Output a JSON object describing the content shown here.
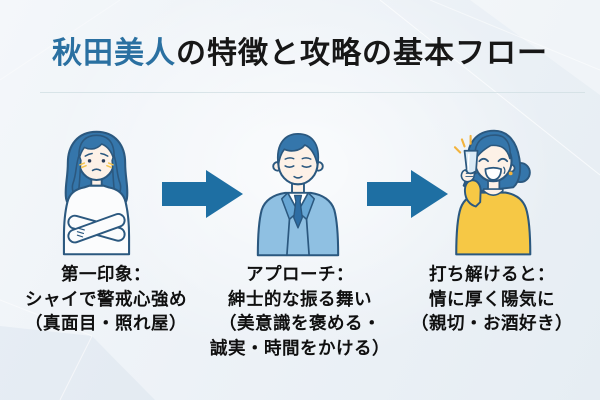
{
  "title": {
    "highlight": "秋田美人",
    "rest": "の特徴と攻略の基本フロー"
  },
  "flow": {
    "arrow_icon": "right-arrow",
    "steps": [
      {
        "figure": "shy-woman",
        "caption_lines": [
          "第一印象：",
          "シャイで警戒心強め",
          "（真面目・照れ屋）"
        ]
      },
      {
        "figure": "gentleman-suit",
        "caption_lines": [
          "アプローチ：",
          "紳士的な振る舞い",
          "（美意識を褒める・",
          "誠実・時間をかける）"
        ]
      },
      {
        "figure": "cheerful-woman-with-drink",
        "caption_lines": [
          "打ち解けると：",
          "情に厚く陽気に",
          "（親切・お酒好き）"
        ]
      }
    ]
  },
  "colors": {
    "title_highlight": "#2a70a1",
    "title_text": "#171717",
    "caption_text": "#101010",
    "arrow": "#1e6fa3",
    "outline": "#2b587f",
    "hair": "#3576ab",
    "skin": "#fdf1e7",
    "suit": "#8fc0e2",
    "suit_lapel": "#67a6d4",
    "tie": "#2e6da3",
    "sweater": "#f6c845",
    "glass": "#dbeaf5",
    "accent_yellow": "#f2b33d",
    "background": "#edf2f7"
  }
}
